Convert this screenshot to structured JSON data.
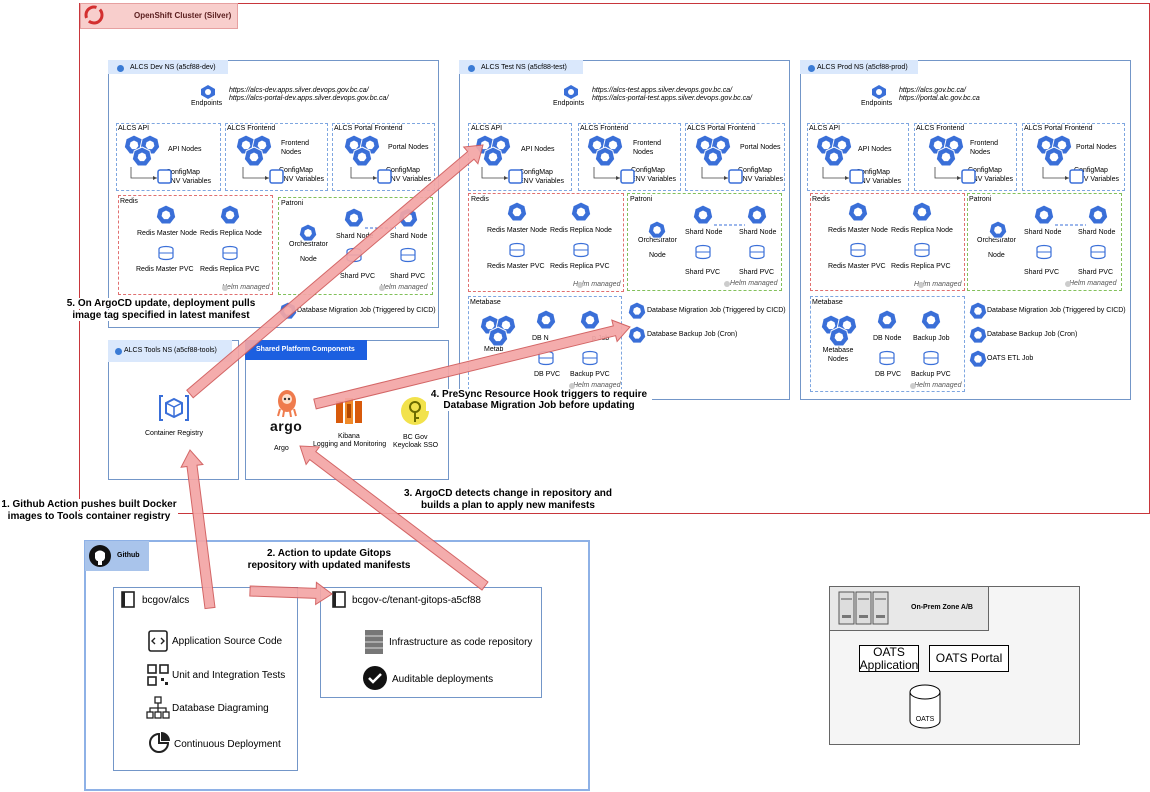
{
  "cluster": {
    "title": "OpenShift Cluster (Silver)"
  },
  "namespaces": {
    "dev": {
      "title": "ALCS Dev NS (a5cf88-dev)",
      "endpoints_label": "Endpoints",
      "urls": [
        "https://alcs-dev.apps.silver.devops.gov.bc.ca/",
        "https://alcs-portal-dev.apps.silver.devops.gov.bc.ca/"
      ]
    },
    "test": {
      "title": "ALCS Test NS (a5cf88-test)",
      "endpoints_label": "Endpoints",
      "urls": [
        "https://alcs-test.apps.silver.devops.gov.bc.ca/",
        "https://alcs-portal-test.apps.silver.devops.gov.bc.ca/"
      ]
    },
    "prod": {
      "title": "ALCS Prod NS (a5cf88-prod)",
      "endpoints_label": "Endpoints",
      "urls": [
        "https://alcs.gov.bc.ca/",
        "https://portal.alc.gov.bc.ca"
      ]
    },
    "tools": {
      "title": "ALCS Tools NS (a5cf88-tools)",
      "registry": "Container Registry"
    }
  },
  "groups": {
    "api": "ALCS API",
    "frontend": "ALCS Frontend",
    "portal": "ALCS Portal Frontend",
    "redis": "Redis",
    "patroni": "Patroni",
    "metabase": "Metabase"
  },
  "labels": {
    "api_nodes": "API Nodes",
    "frontend_nodes": "Frontend Nodes",
    "portal_nodes": "Portal Nodes",
    "configmap": "ConfigMap",
    "env": "ENV Variables",
    "redis_master": "Redis Master Node",
    "redis_replica": "Redis Replica Node",
    "redis_master_pvc": "Redis Master PVC",
    "redis_replica_pvc": "Redis Replica PVC",
    "orchestrator": "Orchestrator",
    "node": "Node",
    "shard_node": "Shard Node",
    "shard_pvc": "Shard PVC",
    "helm": "Helm managed",
    "metabase_nodes": "Metabase Nodes",
    "db_node": "DB Node",
    "db_pvc": "DB PVC",
    "backup_job": "Backup Job",
    "backup_pvc": "Backup PVC",
    "migration_job_cicd": "Database Migration Job (Triggered by CICD)",
    "migration_job_cron": "Database Backup Job (Cron)",
    "oats_etl": "OATS ETL Job",
    "metabase_short": "Metab",
    "db_node_partial": "DB N",
    "backup_job_partial": "p Job"
  },
  "shared": {
    "title": "Shared Platform Components",
    "argo": "Argo",
    "argo_logo": "argo",
    "kibana": "Kibana",
    "kibana_sub": "Logging and Monitoring",
    "keycloak": "BC Gov",
    "keycloak_sub": "Keycloak SSO"
  },
  "github": {
    "title": "Github",
    "repo1": "bcgov/alcs",
    "repo1_items": [
      "Application Source Code",
      "Unit and Integration Tests",
      "Database Diagraming",
      "Continuous Deployment"
    ],
    "repo2": "bcgov-c/tenant-gitops-a5cf88",
    "repo2_items": [
      "Infrastructure as code repository",
      "Auditable deployments"
    ]
  },
  "onprem": {
    "title": "On-Prem Zone A/B",
    "oats_app": "OATS Application",
    "oats_portal": "OATS Portal",
    "oats_db": "OATS"
  },
  "steps": {
    "s1": [
      "1. Github Action pushes built Docker",
      "images to Tools container registry"
    ],
    "s2": [
      "2. Action to update Gitops",
      "repository with updated manifests"
    ],
    "s3": [
      "3. ArgoCD detects change in repository and",
      "builds a plan to apply new manifests"
    ],
    "s4": [
      "4. PreSync Resource Hook triggers to require",
      "Database Migration Job before updating"
    ],
    "s5": [
      "5. On ArgoCD update, deployment pulls",
      "image tag specified in latest manifest"
    ]
  },
  "colors": {
    "cluster_border": "#c8363b",
    "ns_border": "#7396c8",
    "dashed_blue": "#7ea6e0",
    "dashed_red": "#e07070",
    "dashed_green": "#82c05a",
    "arrow_fill": "#f4a6a6",
    "arrow_stroke": "#d05a5a",
    "k8s_blue": "#3a6fd8"
  }
}
